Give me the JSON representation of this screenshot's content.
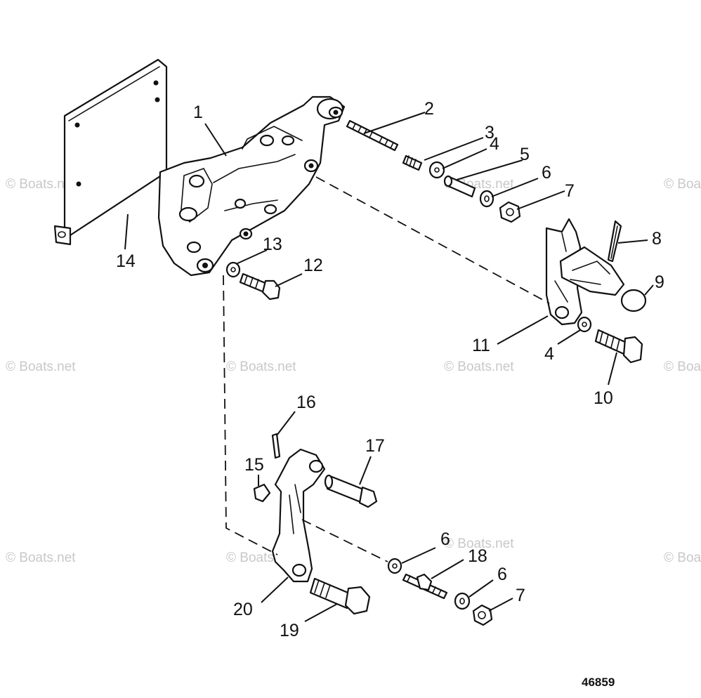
{
  "watermark": "© Boats.net",
  "figure_number": "46859",
  "colors": {
    "line": "#111111",
    "watermark": "#c8c8c8",
    "background": "#ffffff"
  },
  "callouts": [
    "1",
    "2",
    "3",
    "4",
    "5",
    "6",
    "7",
    "8",
    "9",
    "10",
    "11",
    "12",
    "13",
    "14",
    "15",
    "16",
    "17",
    "18",
    "19",
    "20",
    "4",
    "6",
    "7"
  ]
}
